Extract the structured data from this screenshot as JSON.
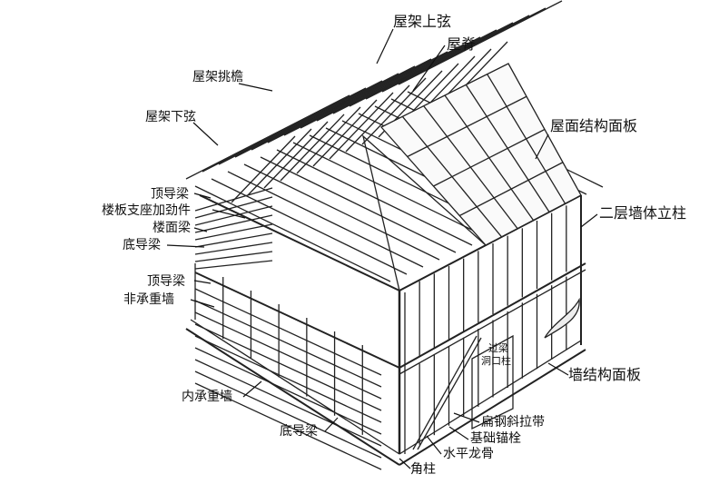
{
  "labels": {
    "roof_truss_top_chord": "屋架上弦",
    "roof_ridge": "屋脊",
    "roof_truss_eave": "屋架挑檐",
    "roof_truss_bottom_chord": "屋架下弦",
    "roof_structural_panel": "屋面结构面板",
    "second_floor_wall_stud": "二层墙体立柱",
    "top_track_upper": "顶导梁",
    "floor_support_stiffener": "楼板支座加劲件",
    "floor_joist": "楼面梁",
    "bottom_track_upper": "底导梁",
    "top_track_lower": "顶导梁",
    "non_bearing_wall": "非承重墙",
    "interior_bearing_wall": "内承重墙",
    "bottom_track_lower": "底导梁",
    "header": "过梁",
    "opening_stud": "洞口柱",
    "wall_structural_panel": "墙结构面板",
    "flat_strap_brace": "扁钢斜拉带",
    "foundation_anchor_bolt": "基础锚栓",
    "horizontal_blocking": "水平龙骨",
    "corner_stud": "角柱"
  }
}
